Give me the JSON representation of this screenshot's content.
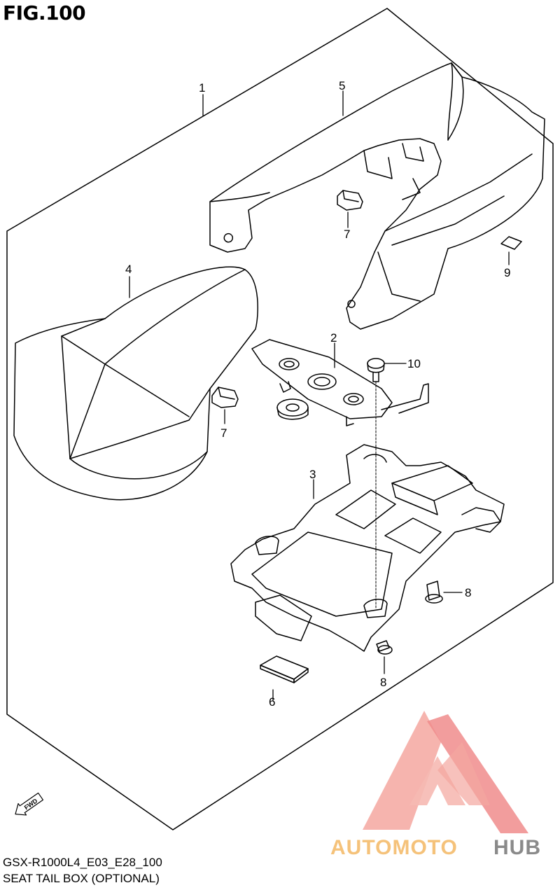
{
  "figure": {
    "title": "FIG.100",
    "model_code": "GSX-R1000L4_E03_E28_100",
    "section_title": "SEAT TAIL BOX (OPTIONAL)"
  },
  "callouts": {
    "p1": "1",
    "p2": "2",
    "p3": "3",
    "p4": "4",
    "p5": "5",
    "p6": "6",
    "p7a": "7",
    "p7b": "7",
    "p8a": "8",
    "p8b": "8",
    "p9": "9",
    "p10": "10"
  },
  "direction": {
    "label": "FWD",
    "icon": "forward-arrow-icon"
  },
  "watermark": {
    "part1": "AUTOMOTO",
    "part2": "HUB",
    "logo": "triangle-logo",
    "colors": {
      "primary": "#f08c8c",
      "secondary": "#f5c27a",
      "dark": "#8a8a8a"
    }
  }
}
